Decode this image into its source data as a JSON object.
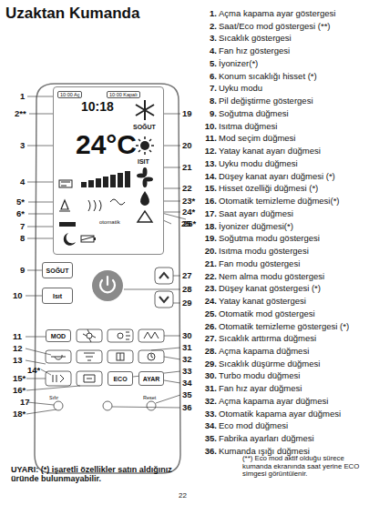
{
  "diagram": {
    "title": "Uzaktan Kumanda",
    "nodes": [
      {
        "text": [
          "10:00 Aç",
          "10:00 Kapalı",
          "10:18",
          "24°C",
          "SOĞUT",
          "ISIT",
          "otomatik"
        ]
      },
      {
        "text": [
          "SOĞUT"
        ]
      },
      {
        "text": [
          "Isıt"
        ]
      },
      {
        "text": [
          "MOD"
        ]
      },
      {
        "text": [
          "ECO"
        ]
      },
      {
        "text": [
          "AYAR"
        ]
      }
    ],
    "labels": [
      "1.",
      "Açma kapama ayar göstergesi",
      "2.",
      "Saat/Eco mod göstergesi (**)",
      "3.",
      "Sıcaklık göstergesi",
      "4.",
      "Fan hız göstergesi",
      "5.",
      "İyonizer(*)",
      "6.",
      "Konum sıcaklığı hisset (*)",
      "7.",
      "Uyku modu",
      "8.",
      "Pil değiştirme göstergesi",
      "9.",
      "Soğutma düğmesi",
      "10.",
      "Isıtma düğmesi",
      "11.",
      "Mod seçim düğmesi",
      "12.",
      "Yatay kanat ayarı düğmesi",
      "13.",
      "Uyku modu düğmesi",
      "14.",
      "Düşey kanat ayarı düğmesi (*)",
      "15.",
      "Hisset özelliği düğmesi (*)",
      "16.",
      "Otomatik temizleme düğmesi(*)",
      "17.",
      "Saat ayarı düğmesi",
      "18.",
      "İyonizer düğmesi(*)",
      "19.",
      "Soğutma modu göstergesi",
      "20.",
      "Isıtma modu göstergesi",
      "21.",
      "Fan modu göstergesi",
      "22.",
      "Nem alma modu göstergesi",
      "23.",
      "Düşey kanat göstergesi (*)",
      "24.",
      "Yatay kanat göstergesi",
      "25.",
      "Otomatik mod göstergesi",
      "26.",
      "Otomatik temizleme göstergesi (*)",
      "27.",
      "Sıcaklık arttırma düğmesi",
      "28.",
      "Açma kapama düğmesi",
      "29.",
      "Sıcaklık düşürme düğmesi",
      "30.",
      "Turbo modu düğmesi",
      "31.",
      "Fan hız ayar düğmesi",
      "32.",
      "Açma kapama ayar düğmesi",
      "33.",
      "Otomatik kapama ayar düğmesi",
      "34.",
      "Eco mod düğmesi",
      "35.",
      "Fabrika ayarları düğmesi",
      "36.",
      "Kumanda ışığı düğmesi",
      "1",
      "2**",
      "3",
      "4",
      "5*",
      "6*",
      "7",
      "8",
      "9",
      "10",
      "11",
      "12",
      "13",
      "14*",
      "15*",
      "16*",
      "17",
      "18*",
      "19",
      "20",
      "21",
      "22",
      "23*",
      "24*",
      "25",
      "26*",
      "27",
      "28",
      "29",
      "30",
      "31",
      "32",
      "33",
      "34",
      "35",
      "36",
      "Sıfır",
      "Reset",
      "UYARI: (*) işaretli özellikler satın aldığınız üründe bulunmayabilir.",
      "(**) Eco mod aktif olduğu sürece kumanda ekranında saat yerine ECO simgesi görüntülenir.",
      "22"
    ]
  }
}
